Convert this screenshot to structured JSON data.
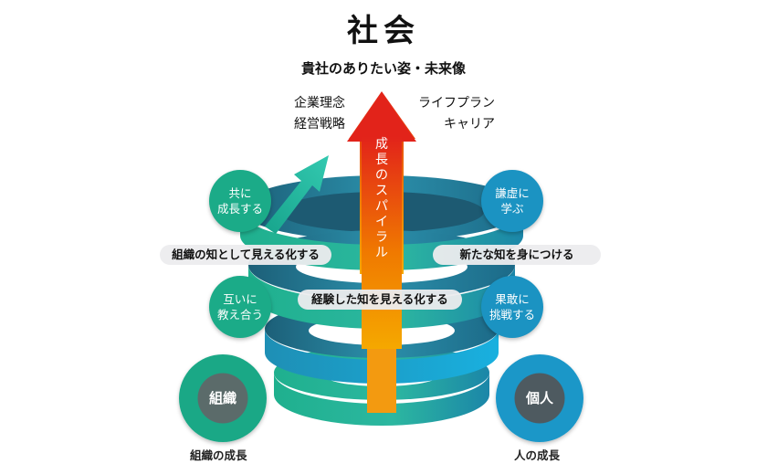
{
  "title": "社会",
  "subtitle": "貴社のありたい姿・未来像",
  "left_goals": [
    "企業理念",
    "経営戦略"
  ],
  "right_goals": [
    "ライフプラン",
    "キャリア"
  ],
  "arrow_label": "成長のスパイラル",
  "bubbles": {
    "together": [
      "共に",
      "成長する"
    ],
    "humble": [
      "謙虚に",
      "学ぶ"
    ],
    "teach": [
      "互いに",
      "教え合う"
    ],
    "challenge": [
      "果敢に",
      "挑戦する"
    ]
  },
  "pills": {
    "org_knowledge": "組織の知として見える化する",
    "new_knowledge": "新たな知を身につける",
    "experience": "経験した知を見える化する"
  },
  "bases": {
    "org": {
      "label": "組織",
      "caption": "組織の成長"
    },
    "person": {
      "label": "個人",
      "caption": "人の成長"
    }
  },
  "colors": {
    "teal": "#2aa89a",
    "blue": "#1a9fd4",
    "dark_teal": "#1f6f86",
    "arrow_top": "#e2231a",
    "arrow_bottom": "#f5a100"
  }
}
